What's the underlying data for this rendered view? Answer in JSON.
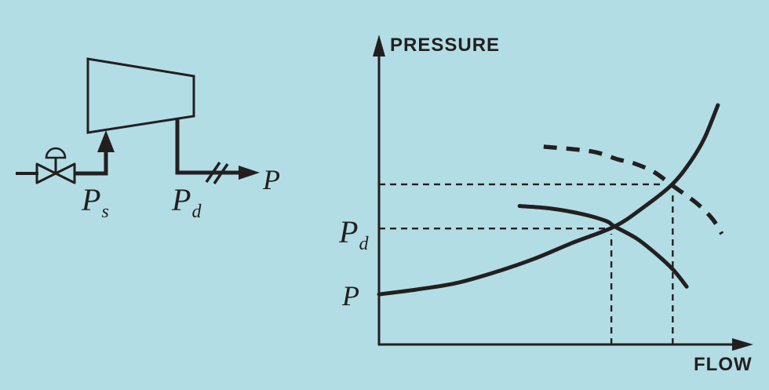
{
  "figure": {
    "background_color": "#b2dde4",
    "ink_color": "#231f20"
  },
  "left_diagram": {
    "name": "compressor-with-suction-valve-schematic",
    "icons": [
      "control-valve-icon",
      "valve-actuator-icon",
      "compressor-icon",
      "flow-arrow-icon",
      "pipe-break-icon"
    ],
    "labels": {
      "suction": {
        "main": "P",
        "sub": "s"
      },
      "discharge": {
        "main": "P",
        "sub": "d"
      },
      "outlet": {
        "main": "P"
      }
    }
  },
  "chart": {
    "y_axis_title": "PRESSURE",
    "x_axis_title": "FLOW",
    "y_axis_labels": {
      "discharge": {
        "main": "P",
        "sub": "d"
      },
      "outlet": {
        "main": "P"
      }
    }
  },
  "chart_data": {
    "type": "line",
    "title": "",
    "xlabel": "FLOW",
    "ylabel": "PRESSURE",
    "x_range": [
      0,
      100
    ],
    "y_range": [
      0,
      100
    ],
    "axis_numbers_shown": false,
    "grid": false,
    "legend": false,
    "y_axis_annotations": [
      {
        "label": "Pd",
        "pressure": 39.7
      },
      {
        "label": "P",
        "pressure": 16.9
      }
    ],
    "series": [
      {
        "name": "system-resistance-curve",
        "style": "solid",
        "points": [
          [
            0,
            16.9
          ],
          [
            10.3,
            18.5
          ],
          [
            21.2,
            20.6
          ],
          [
            32.2,
            24.3
          ],
          [
            43.1,
            28.8
          ],
          [
            54.0,
            34.3
          ],
          [
            65.7,
            39.8
          ],
          [
            73.7,
            46.2
          ],
          [
            81.6,
            53.8
          ],
          [
            86.9,
            61.7
          ],
          [
            90.8,
            69.7
          ],
          [
            94.5,
            80.7
          ]
        ]
      },
      {
        "name": "compressor-curve",
        "style": "solid",
        "points": [
          [
            39.2,
            46.7
          ],
          [
            47.5,
            45.9
          ],
          [
            56.2,
            44.1
          ],
          [
            63.2,
            41.7
          ],
          [
            65.7,
            39.8
          ],
          [
            72.0,
            35.6
          ],
          [
            77.7,
            30.1
          ],
          [
            82.1,
            25.1
          ],
          [
            85.8,
            19.5
          ]
        ]
      },
      {
        "name": "compressor-curve-higher-speed",
        "style": "dashed",
        "points": [
          [
            45.9,
            66.7
          ],
          [
            59.2,
            65.1
          ],
          [
            66.6,
            62.4
          ],
          [
            71.0,
            61.1
          ],
          [
            76.6,
            58.2
          ],
          [
            81.7,
            53.7
          ],
          [
            84.7,
            51.1
          ],
          [
            89.1,
            47.1
          ],
          [
            93.0,
            42.3
          ],
          [
            95.6,
            37.3
          ]
        ]
      }
    ],
    "guides": [
      {
        "name": "higher-speed-pressure-guide",
        "from": [
          0,
          54.0
        ],
        "to": [
          78.8,
          54.0
        ]
      },
      {
        "name": "pd-pressure-guide",
        "from": [
          0,
          39.1
        ],
        "to": [
          64.6,
          39.1
        ]
      },
      {
        "name": "design-flow-guide",
        "from": [
          64.8,
          0
        ],
        "to": [
          64.8,
          37.3
        ]
      },
      {
        "name": "higher-speed-flow-guide",
        "from": [
          81.9,
          0
        ],
        "to": [
          81.9,
          51.6
        ]
      }
    ],
    "operating_points": [
      {
        "name": "design-operating-point",
        "flow": 65.7,
        "pressure": 39.8
      },
      {
        "name": "higher-speed-operating-point",
        "flow": 81.7,
        "pressure": 53.7
      }
    ]
  }
}
